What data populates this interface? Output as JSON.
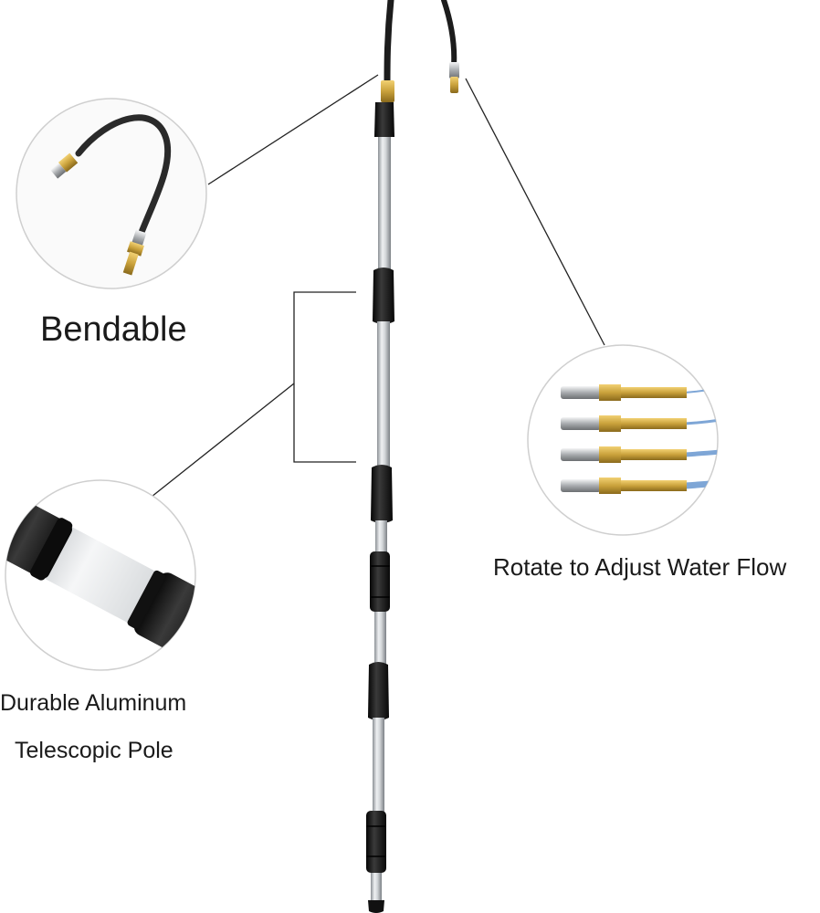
{
  "labels": {
    "bendable": "Bendable",
    "rotate": "Rotate to Adjust Water Flow",
    "durable_line1": "Durable Aluminum",
    "durable_line2": "Telescopic Pole"
  },
  "colors": {
    "background": "#ffffff",
    "hose": "#1c1c1c",
    "aluminum": "#c9cdd1",
    "grip": "#161616",
    "brass": "#c9a13b",
    "chrome": "#b5b8bb",
    "leader_line": "#222222",
    "circle_border": "#cfcfcf",
    "water_spray": "#7ea6d6"
  }
}
